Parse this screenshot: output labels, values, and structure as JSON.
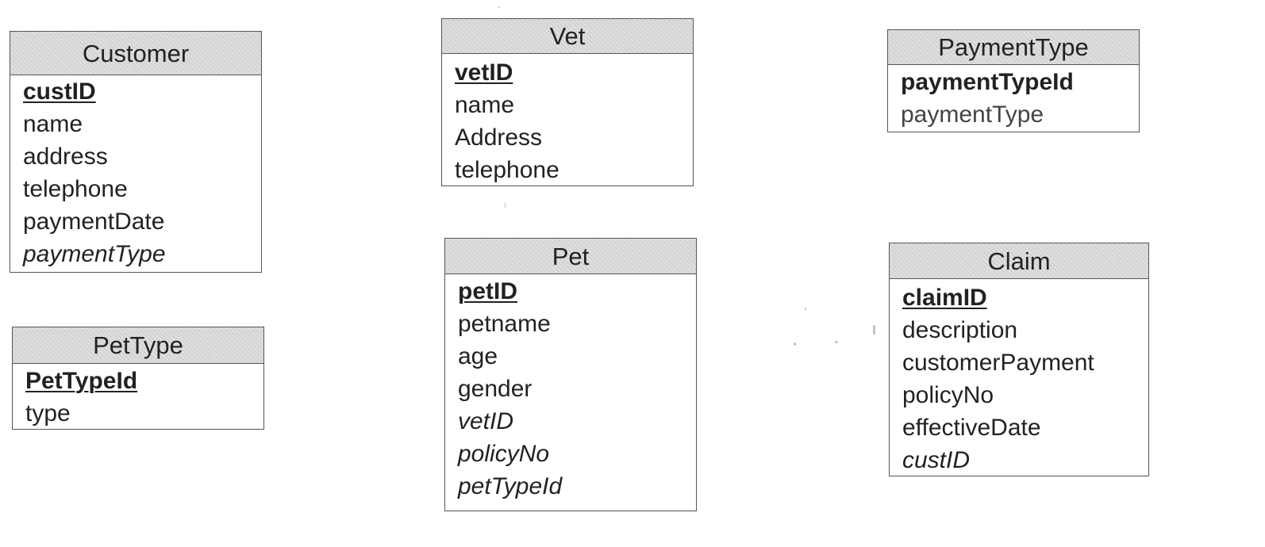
{
  "entities": {
    "customer": {
      "title": "Customer",
      "attributes": [
        {
          "text": "custID",
          "kind": "primary-key"
        },
        {
          "text": "name",
          "kind": "plain"
        },
        {
          "text": "address",
          "kind": "plain"
        },
        {
          "text": "telephone",
          "kind": "plain"
        },
        {
          "text": "paymentDate",
          "kind": "plain"
        },
        {
          "text": "paymentType",
          "kind": "foreign-key"
        }
      ]
    },
    "pettype": {
      "title": "PetType",
      "attributes": [
        {
          "text": "PetTypeId",
          "kind": "primary-key"
        },
        {
          "text": "type",
          "kind": "plain"
        }
      ]
    },
    "vet": {
      "title": "Vet",
      "attributes": [
        {
          "text": "vetID",
          "kind": "primary-key"
        },
        {
          "text": "name",
          "kind": "plain"
        },
        {
          "text": "Address",
          "kind": "plain"
        },
        {
          "text": "telephone",
          "kind": "plain"
        }
      ]
    },
    "pet": {
      "title": "Pet",
      "attributes": [
        {
          "text": "petID",
          "kind": "primary-key"
        },
        {
          "text": "petname",
          "kind": "plain"
        },
        {
          "text": "age",
          "kind": "plain"
        },
        {
          "text": "gender",
          "kind": "plain"
        },
        {
          "text": "vetID",
          "kind": "foreign-key"
        },
        {
          "text": "policyNo",
          "kind": "foreign-key"
        },
        {
          "text": "petTypeId",
          "kind": "foreign-key"
        }
      ]
    },
    "paymenttype": {
      "title": "PaymentType",
      "attributes": [
        {
          "text": "paymentTypeId",
          "kind": "bold"
        },
        {
          "text": "paymentType",
          "kind": "plain"
        }
      ]
    },
    "claim": {
      "title": "Claim",
      "attributes": [
        {
          "text": "claimID",
          "kind": "primary-key"
        },
        {
          "text": "description",
          "kind": "plain"
        },
        {
          "text": "customerPayment",
          "kind": "plain"
        },
        {
          "text": "policyNo",
          "kind": "plain"
        },
        {
          "text": "effectiveDate",
          "kind": "plain"
        },
        {
          "text": "custID",
          "kind": "foreign-key"
        }
      ]
    }
  },
  "colors": {
    "header_fill": "#d9d9d9",
    "border": "#555555",
    "text": "#222222"
  }
}
